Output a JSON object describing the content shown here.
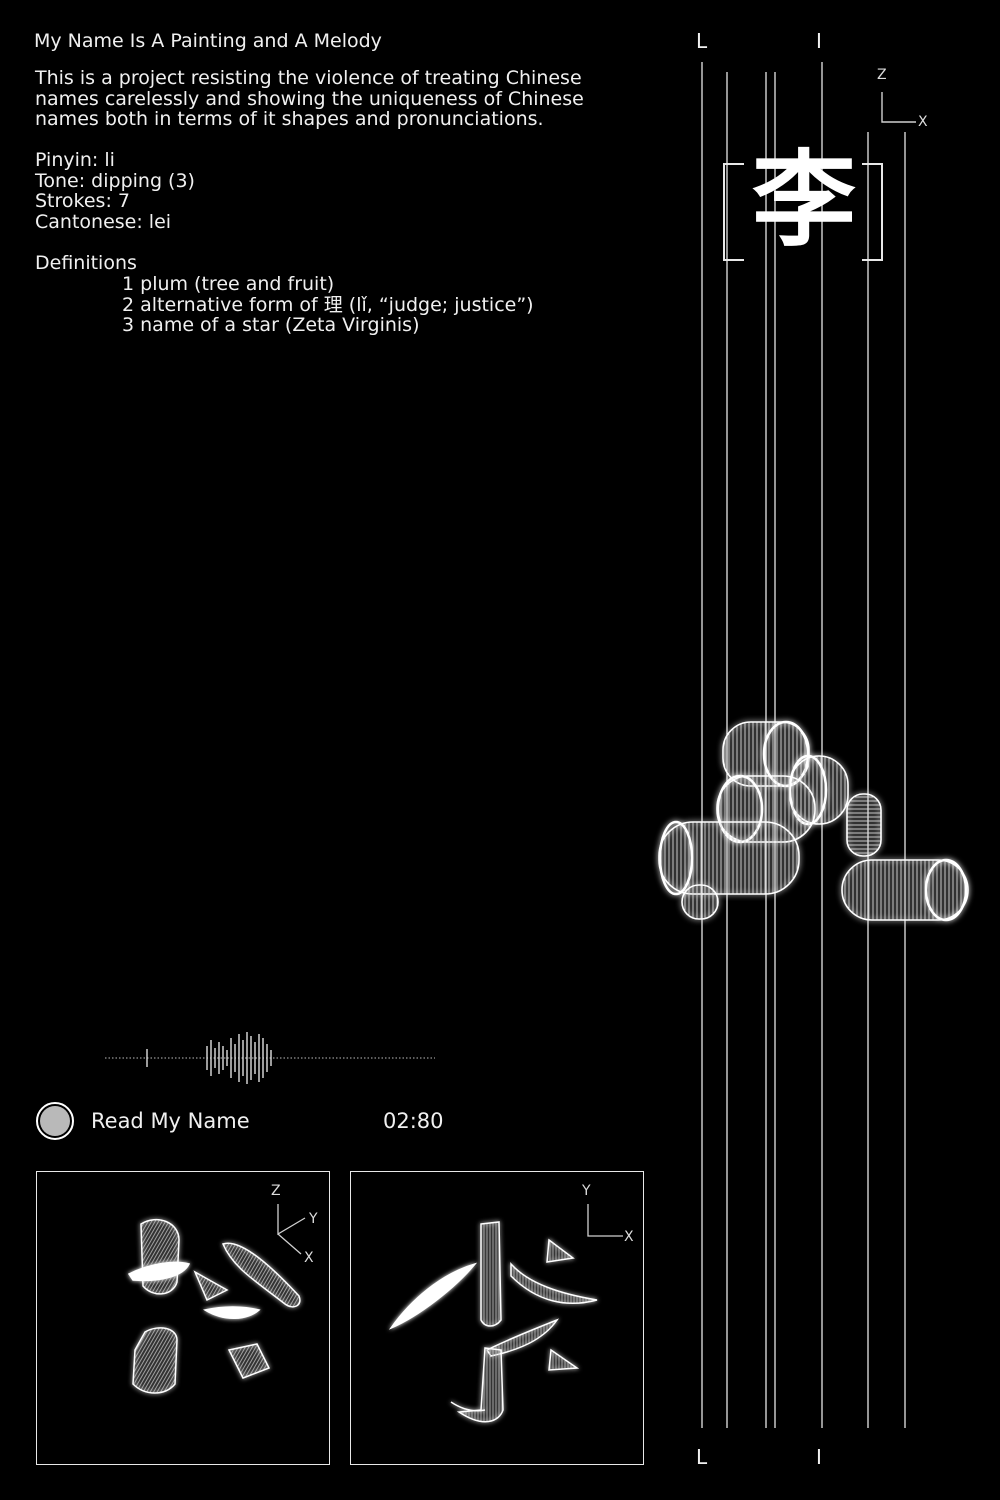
{
  "header": {
    "title": "My Name Is A Painting and A Melody",
    "intro": "This is a project resisting the violence of treating Chinese names carelessly and showing the uniqueness of Chinese names both in terms of it shapes and pronunciations."
  },
  "facts": {
    "pinyin": "Pinyin: li",
    "tone": "Tone: dipping (3)",
    "strokes": "Strokes: 7",
    "cantonese": "Cantonese: lei"
  },
  "definitions": {
    "heading": "Definitions",
    "items": [
      "1 plum (tree and fruit)",
      "2 alternative form of 理 (lǐ, “judge; justice”)",
      "3 name of a star (Zeta Virginis)"
    ]
  },
  "character_panel": {
    "letters_top": [
      "L",
      "I"
    ],
    "letters_bottom": [
      "L",
      "I"
    ],
    "glyph": "李",
    "axis_labels": {
      "vertical": "Z",
      "horizontal": "X"
    }
  },
  "player": {
    "label": "Read My Name",
    "duration": "02:80"
  },
  "view_left": {
    "axis_labels": {
      "vertical": "Z",
      "diagonal_up": "Y",
      "diagonal_down": "X"
    }
  },
  "view_right": {
    "axis_labels": {
      "vertical": "Y",
      "horizontal": "X"
    }
  },
  "colors": {
    "background": "#000000",
    "foreground": "#f0f0f0",
    "play_dot": "#b9b9b9"
  }
}
